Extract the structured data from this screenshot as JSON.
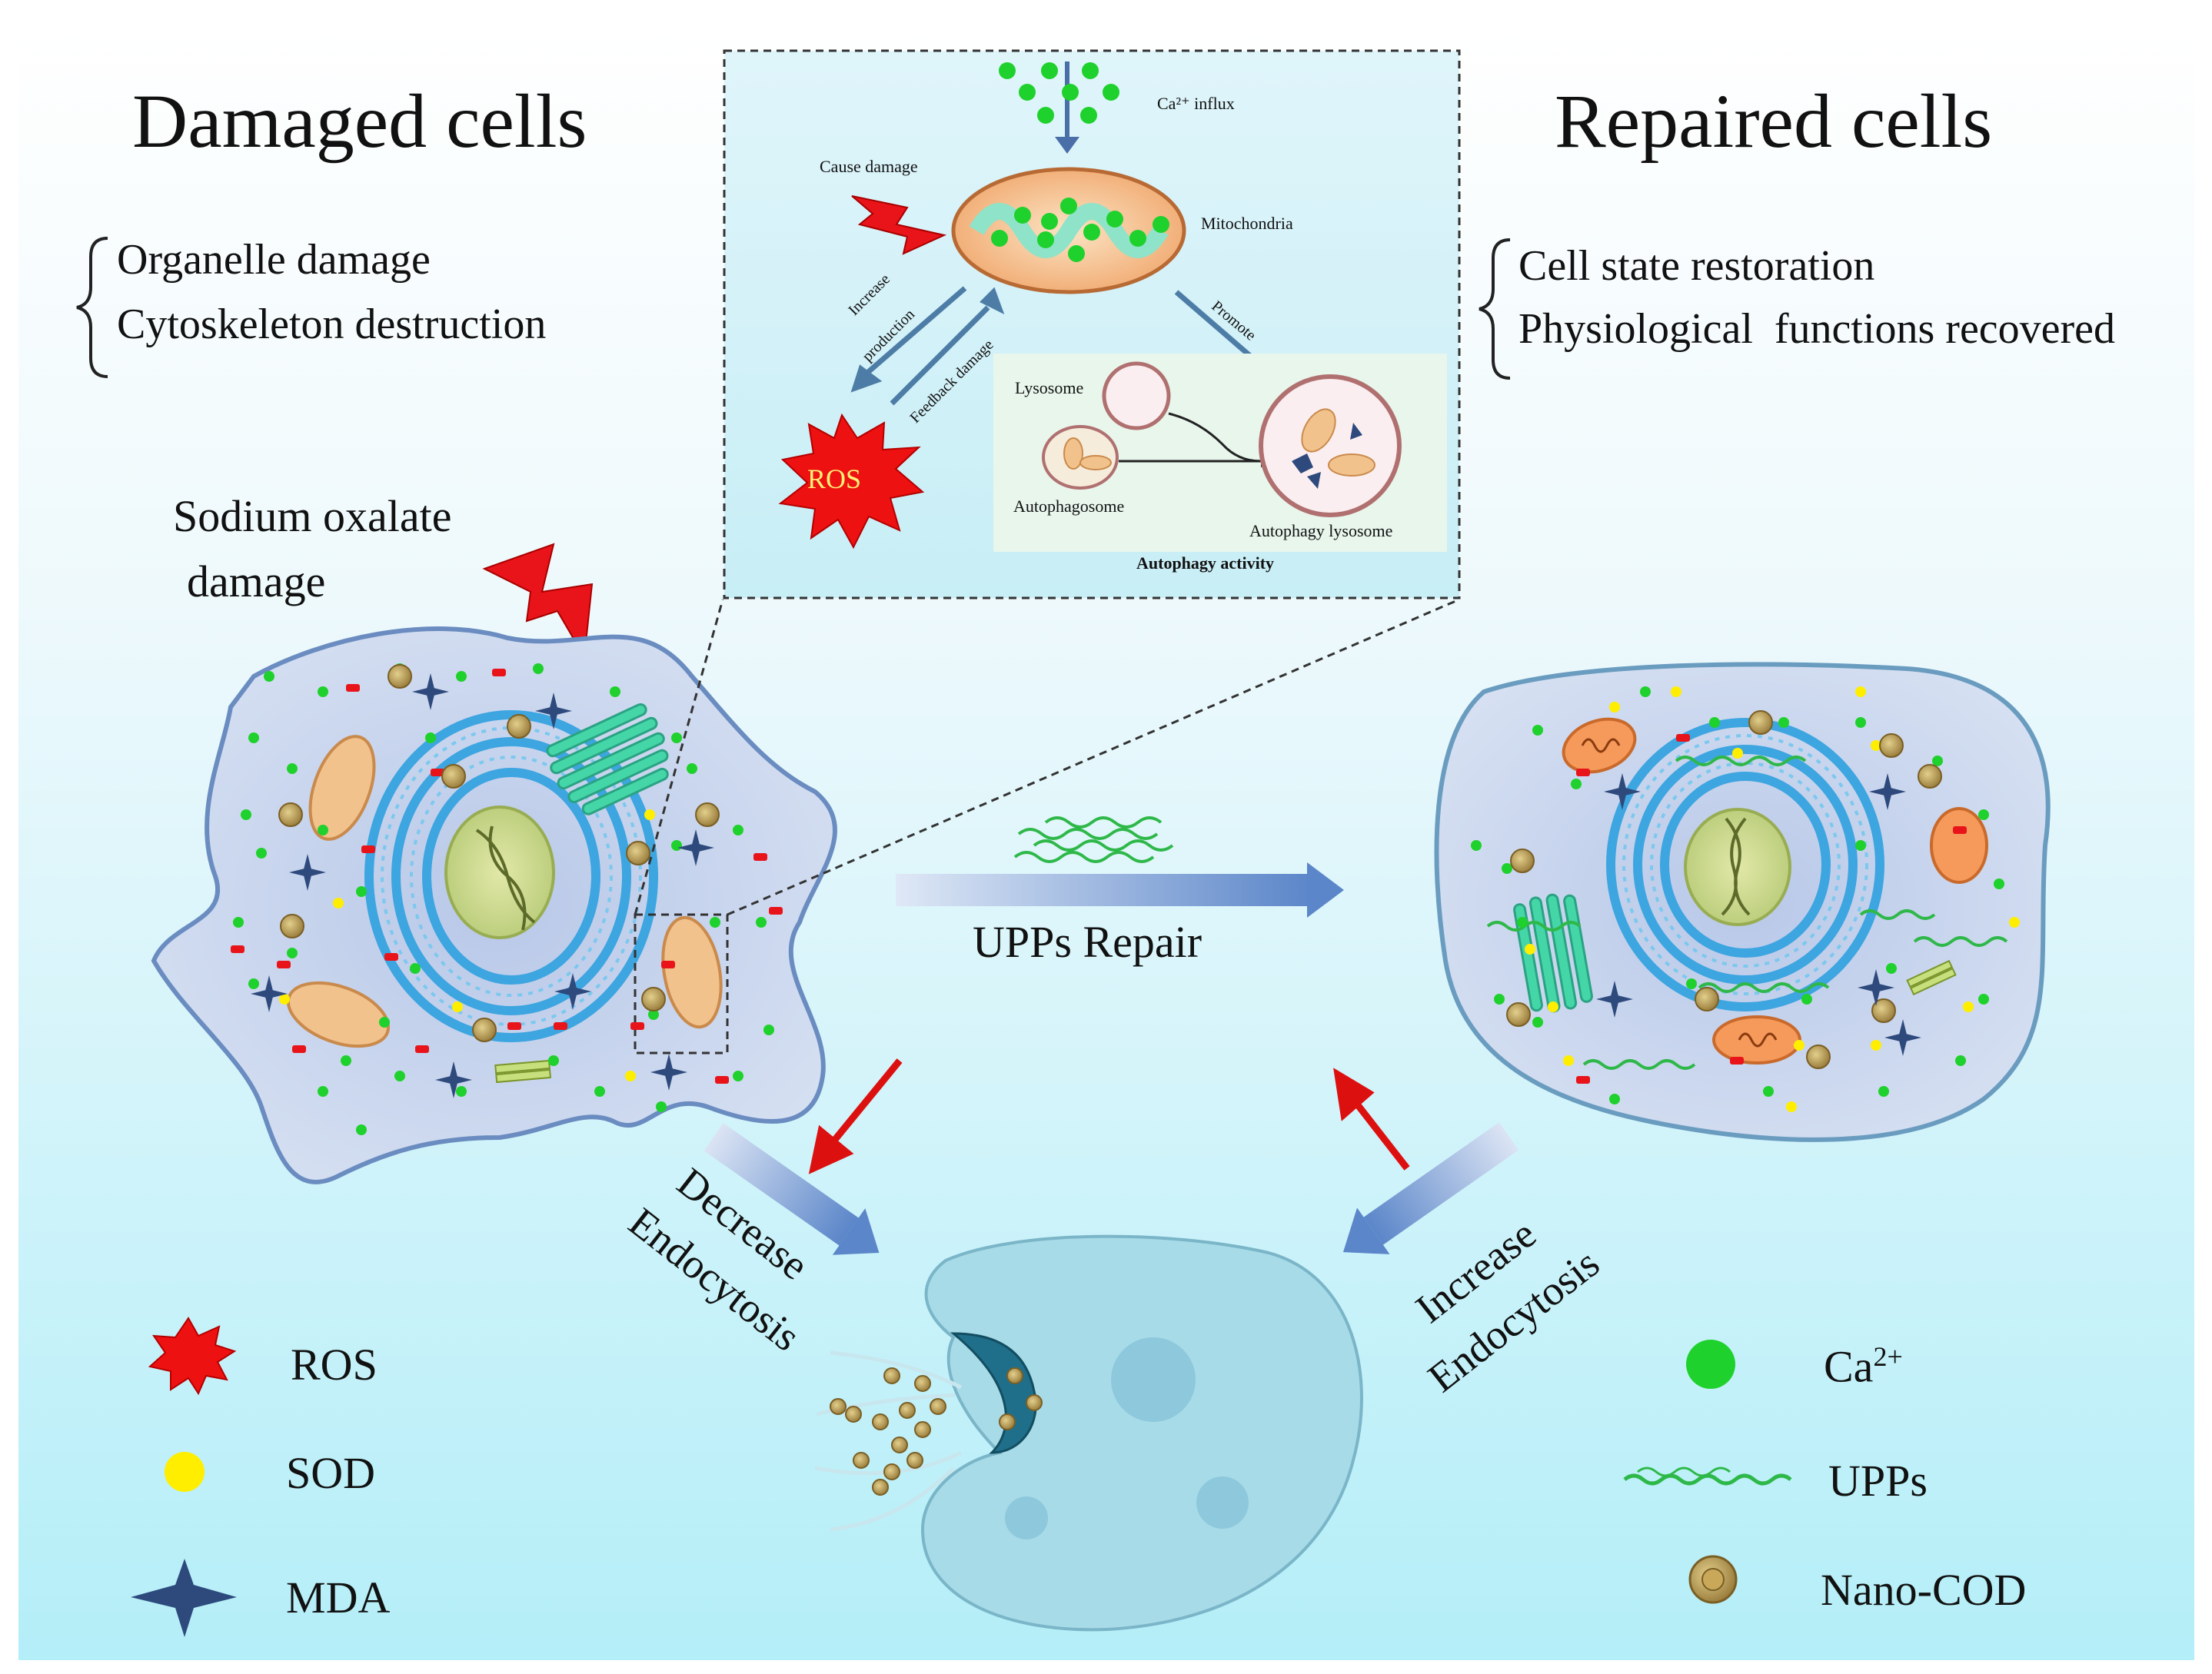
{
  "left_panel": {
    "title": "Damaged cells",
    "effects": [
      "Organelle damage",
      "Cytoskeleton destruction"
    ],
    "damage_label_line1": "Sodium oxalate",
    "damage_label_line2": "damage"
  },
  "right_panel": {
    "title": "Repaired cells",
    "effects": [
      "Cell state restoration",
      "Physiological  functions recovered"
    ]
  },
  "inset": {
    "ca_influx": "Ca²⁺ influx",
    "cause_damage": "Cause damage",
    "mitochondria": "Mitochondria",
    "increase_production": [
      "Increase",
      "production"
    ],
    "feedback_damage": "Feedback damage",
    "promote": "Promote",
    "ros": "ROS",
    "lysosome": "Lysosome",
    "autophagosome": "Autophagosome",
    "autophagy_lysosome": "Autophagy lysosome",
    "autophagy_activity": "Autophagy activity"
  },
  "center": {
    "repair_label": "UPPs Repair",
    "decrease": [
      "Decrease",
      "Endocytosis"
    ],
    "increase": [
      "Increase",
      "Endocytosis"
    ]
  },
  "legend_left": [
    {
      "icon": "ros-burst-icon",
      "label": "ROS",
      "color": "#e8141a"
    },
    {
      "icon": "sod-dot-icon",
      "label": "SOD",
      "color": "#ffee00"
    },
    {
      "icon": "mda-star-icon",
      "label": "MDA",
      "color": "#2e4a7d"
    }
  ],
  "legend_right": [
    {
      "icon": "calcium-dot-icon",
      "label": "Ca",
      "sup": "2+",
      "color": "#1fd12c"
    },
    {
      "icon": "upps-fiber-icon",
      "label": "UPPs",
      "color": "#2fb84a"
    },
    {
      "icon": "nano-cod-particle-icon",
      "label": "Nano-COD",
      "color": "#b99a4e"
    }
  ]
}
